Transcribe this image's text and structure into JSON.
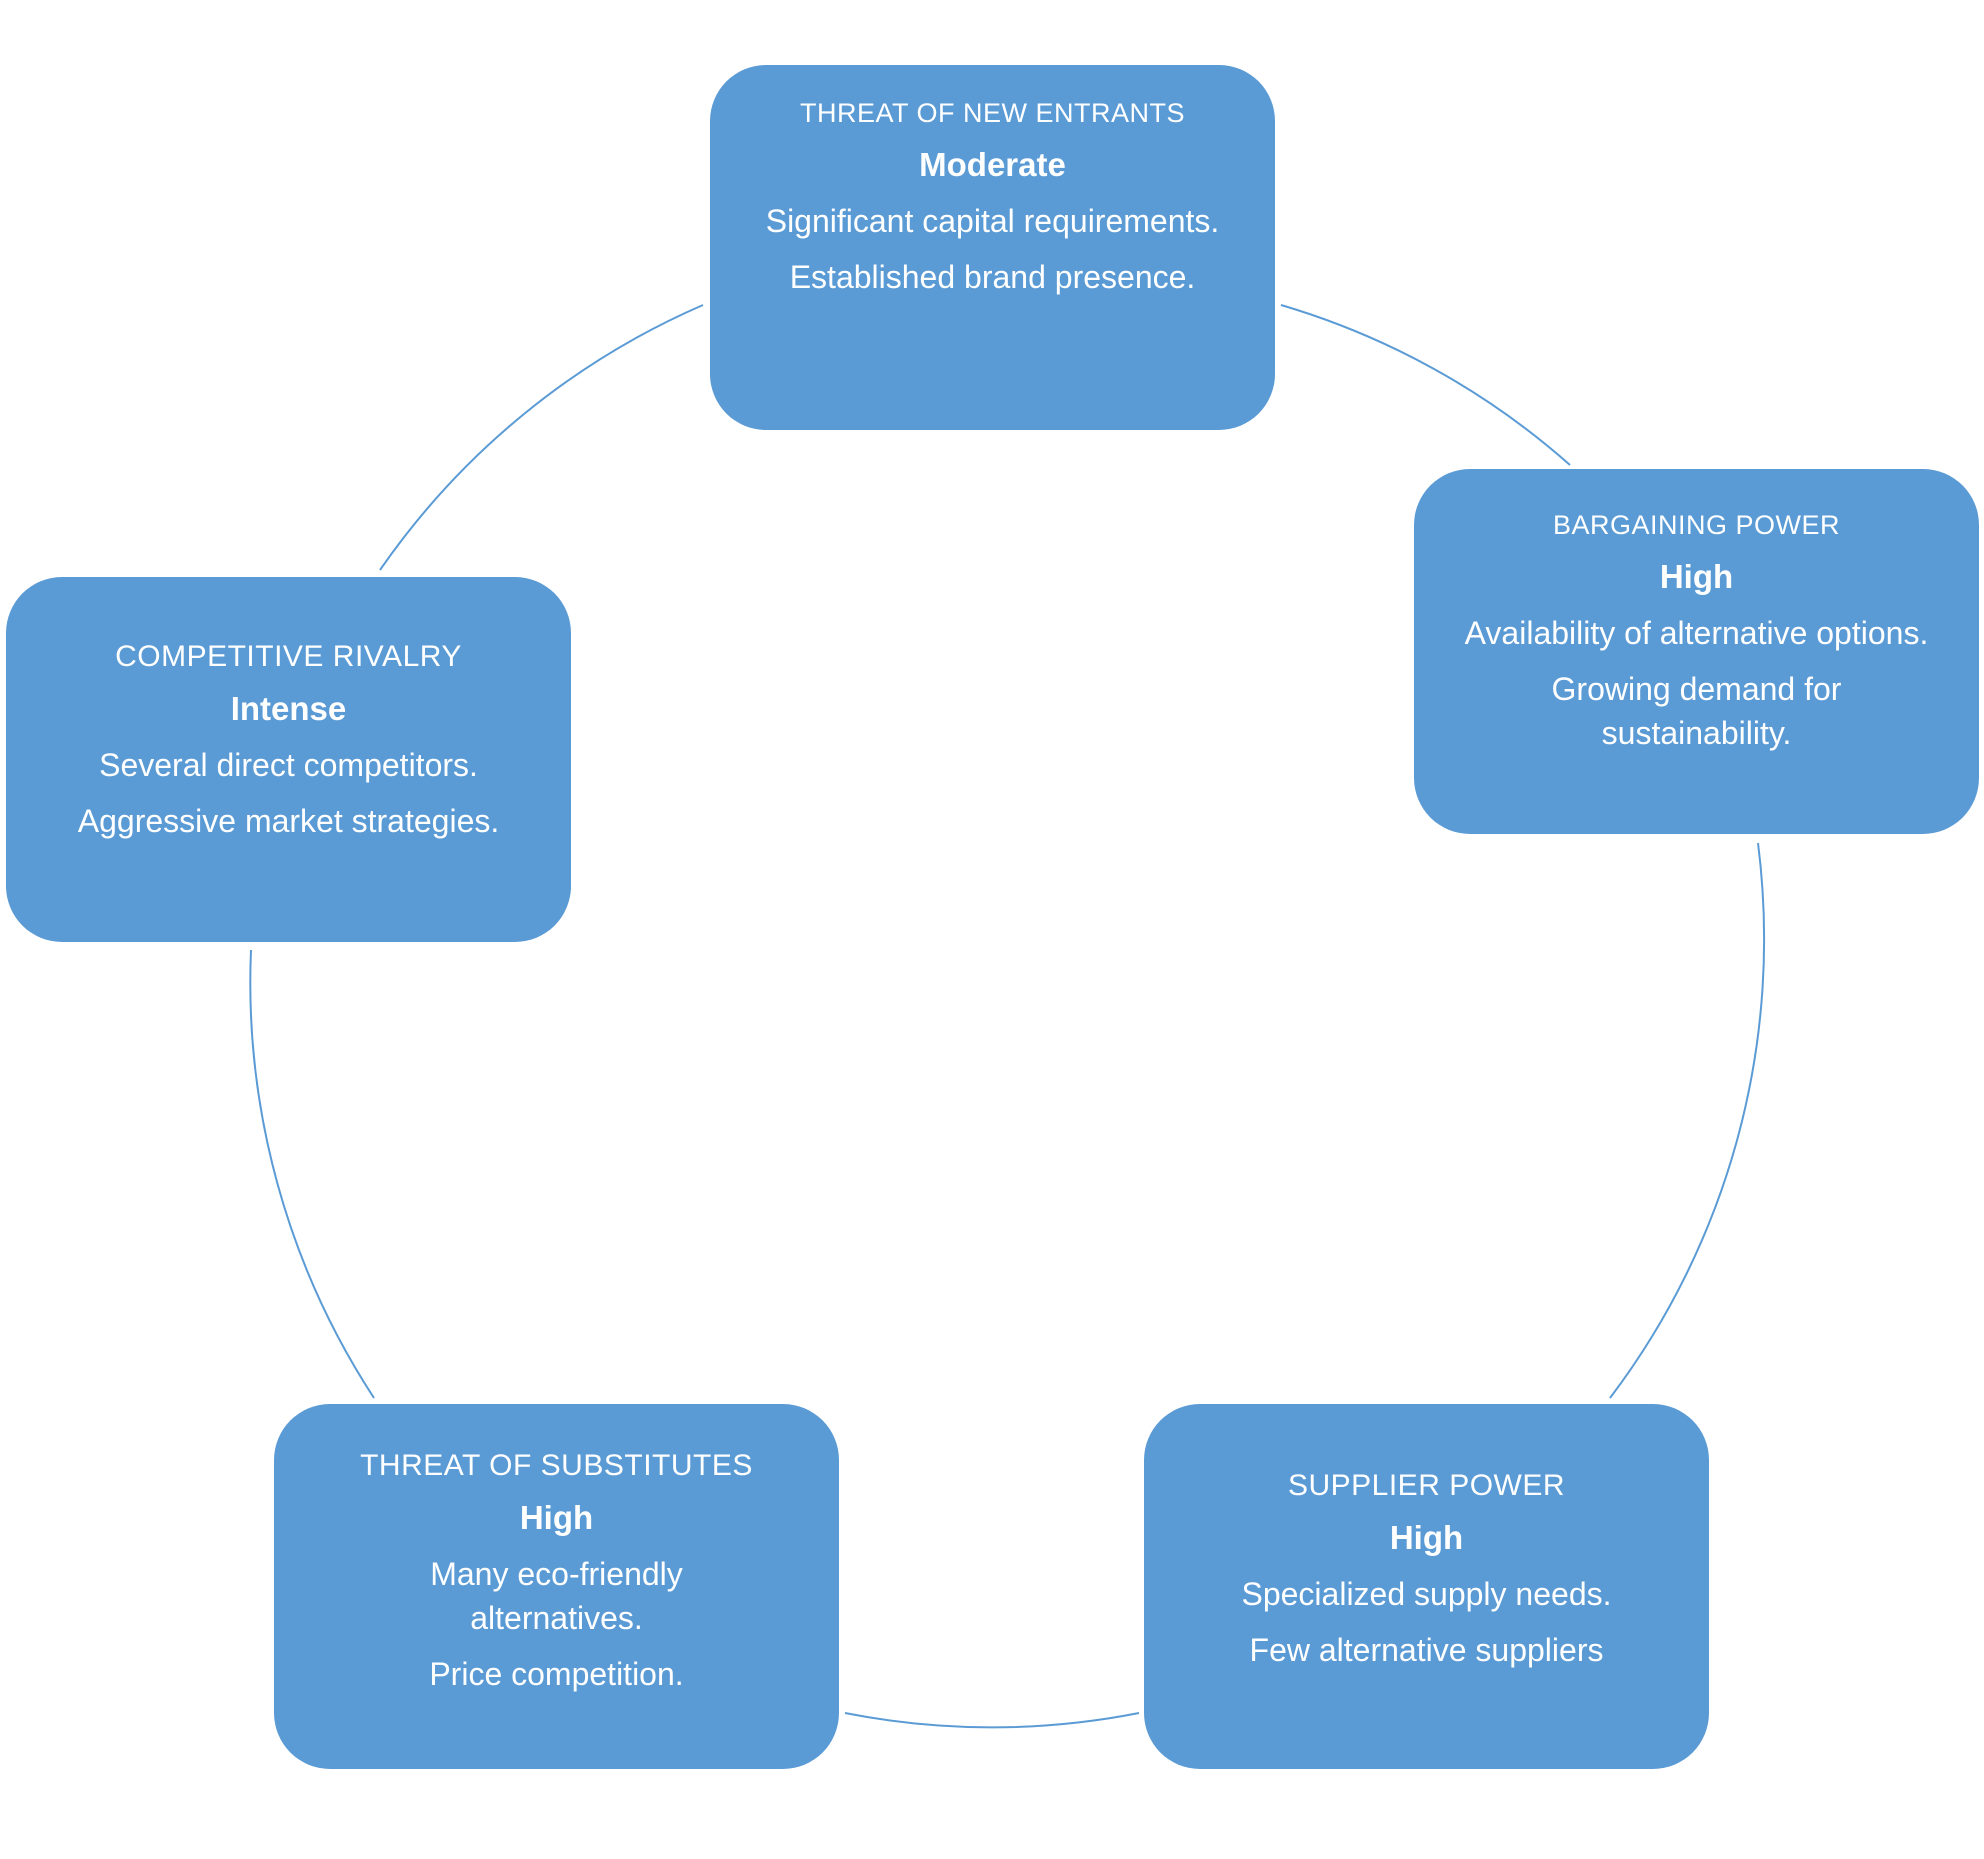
{
  "colors": {
    "node_fill": "#5b9bd5",
    "node_text": "#ffffff",
    "connector": "#5b9bd5",
    "background": "#ffffff"
  },
  "nodes": {
    "new_entrants": {
      "title": "THREAT OF NEW ENTRANTS",
      "rating": "Moderate",
      "points": [
        "Significant capital requirements.",
        "Established brand presence."
      ]
    },
    "bargaining": {
      "title": "BARGAINING POWER",
      "rating": "High",
      "points": [
        "Availability of alternative options.",
        "Growing demand for sustainability."
      ]
    },
    "supplier": {
      "title": "SUPPLIER POWER",
      "rating": "High",
      "points": [
        "Specialized supply needs.",
        "Few alternative suppliers"
      ]
    },
    "substitutes": {
      "title": "THREAT OF SUBSTITUTES",
      "rating": "High",
      "points": [
        "Many eco-friendly alternatives.",
        "Price competition."
      ]
    },
    "rivalry": {
      "title": "COMPETITIVE RIVALRY",
      "rating": "Intense",
      "points": [
        "Several direct competitors.",
        "Aggressive market strategies."
      ]
    }
  }
}
